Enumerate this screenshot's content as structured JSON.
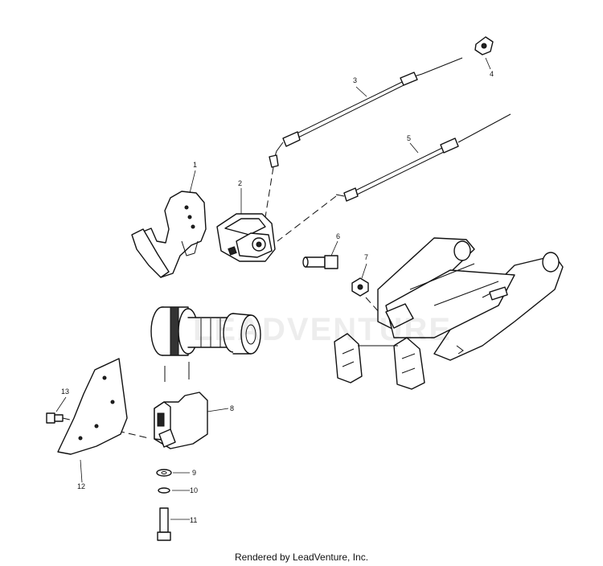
{
  "callouts": [
    {
      "num": "1"
    },
    {
      "num": "2"
    },
    {
      "num": "3"
    },
    {
      "num": "4"
    },
    {
      "num": "5"
    },
    {
      "num": "6"
    },
    {
      "num": "7"
    },
    {
      "num": "8"
    },
    {
      "num": "9"
    },
    {
      "num": "10"
    },
    {
      "num": "11"
    },
    {
      "num": "12"
    },
    {
      "num": "13"
    }
  ],
  "footer": {
    "text": "Rendered by LeadVenture, Inc."
  },
  "watermark": {
    "text": "LEADVENTURE"
  }
}
